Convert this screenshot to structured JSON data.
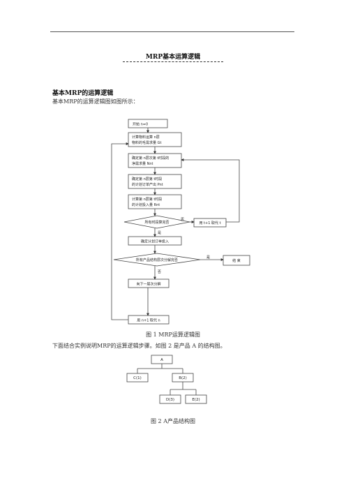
{
  "document": {
    "title": "MRP基本运算逻辑",
    "section_heading": "基本MRP的运算逻辑",
    "intro": "基本MRP的运算逻辑图如图所示：",
    "fig1_caption": "图 1 MRP运算逻辑图",
    "paragraph": "下面结合实例说明MRP的运算逻辑步骤。如图 2 是产品 A 的结构图。",
    "fig2_caption": "图 2 A产品结构图"
  },
  "flowchart": {
    "start": "开始 n=0",
    "calc_l1": "计算物料运算 n层",
    "calc_l2": "物料的毛需求量 Gt",
    "net_l1": "确定第 n层次第 t时段的",
    "net_l2": "净需求量 Nnt",
    "plan_l1": "确定第 n层第 t时段",
    "plan_l2": "的计划订单产出 Pnt",
    "rel_l1": "计算第 n层第 t时段",
    "rel_l2": "的计划投入量 Rnt",
    "decision1": "所有时段算完否",
    "replace_t": "用 t+1 取代 t",
    "yes": "是",
    "no": "否",
    "confirm_release": "确定计划订单投入",
    "decision2": "所有产品结构层次分解完否",
    "end": "结 束",
    "next_level": "向下一层次分解",
    "replace_n": "用 n+1 取代 n"
  },
  "tree": {
    "root": "A",
    "c": "C(1)",
    "b": "B(2)",
    "d": "D(3)",
    "e": "E(2)"
  }
}
